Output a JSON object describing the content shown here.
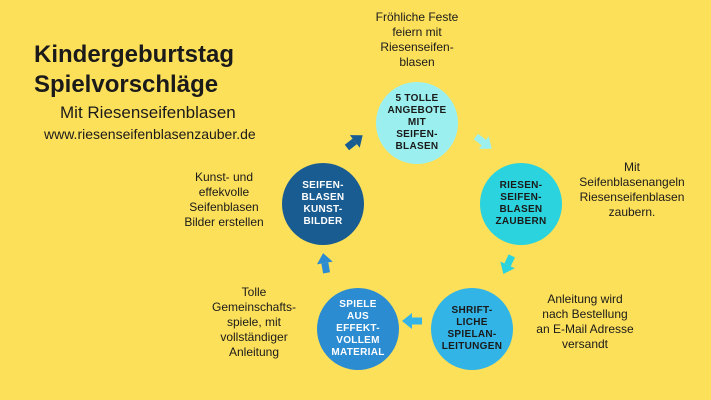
{
  "header": {
    "title_line1": "Kindergeburtstag",
    "title_line2": "Spielvorschläge",
    "subtitle": "Mit Riesenseifenblasen",
    "url": "www.riesenseifenblasenzauber.de"
  },
  "nodes": [
    {
      "label": "5 TOLLE\nANGEBOTE\nMIT\nSEIFEN-\nBLASEN",
      "color": "#9bf0ef",
      "description": "Fröhliche Feste\nfeiern mit\nRiesenseifen-\nblasen"
    },
    {
      "label": "RIESEN-\nSEIFEN-\nBLASEN\nZAUBERN",
      "color": "#2ad3dd",
      "description": "Mit\nSeifenblasenangeln\nRiesenseifenblasen\nzaubern."
    },
    {
      "label": "SHRIFT-\nLICHE\nSPIELAN-\nLEITUNGEN",
      "color": "#32b4e6",
      "description": "Anleitung wird\nnach Bestellung\nan E-Mail Adresse\nversandt"
    },
    {
      "label": "SPIELE\nAUS\nEFFEKT-\nVOLLEM\nMATERIAL",
      "color": "#2c8cd2",
      "description": "Tolle\nGemeinschafts-\nspiele, mit\nvollständiger\nAnleitung"
    },
    {
      "label": "SEIFEN-\nBLASEN\nKUNST-\nBILDER",
      "color": "#195c91",
      "description": "Kunst- und\neffekvolle\nSeifenblasen\nBilder  erstellen"
    }
  ],
  "arrow_colors": [
    "#9bf0ef",
    "#2ad3dd",
    "#32b4e6",
    "#2c8cd2",
    "#195c91"
  ]
}
